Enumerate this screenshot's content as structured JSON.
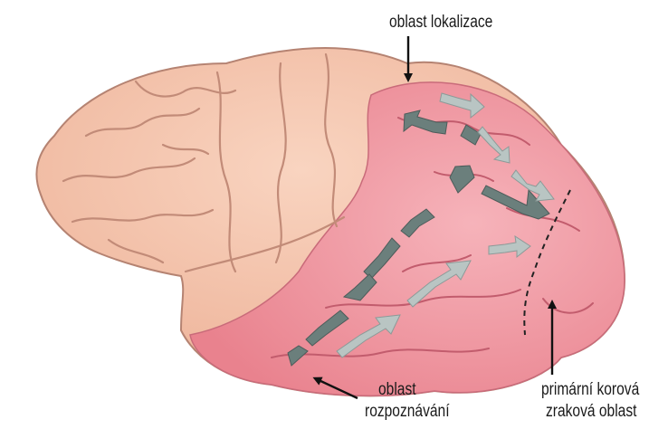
{
  "labels": {
    "localization": "oblast lokalizace",
    "recognition_line1": "oblast",
    "recognition_line2": "rozpoznávání",
    "visual_line1": "primární korová",
    "visual_line2": "zraková oblast"
  },
  "colors": {
    "brain_base": "#f3c0a8",
    "brain_outline": "#b58372",
    "sulcus": "#c28b78",
    "visual_region": "#ef8f9a",
    "visual_region_light": "#f6b3ba",
    "arrow_dark": "#6b7f7c",
    "arrow_light": "#b9c5c3",
    "label_text": "#1a1a1a"
  },
  "icons": {
    "pointer": "black-arrow-icon",
    "flow": "flow-arrow-icon"
  }
}
